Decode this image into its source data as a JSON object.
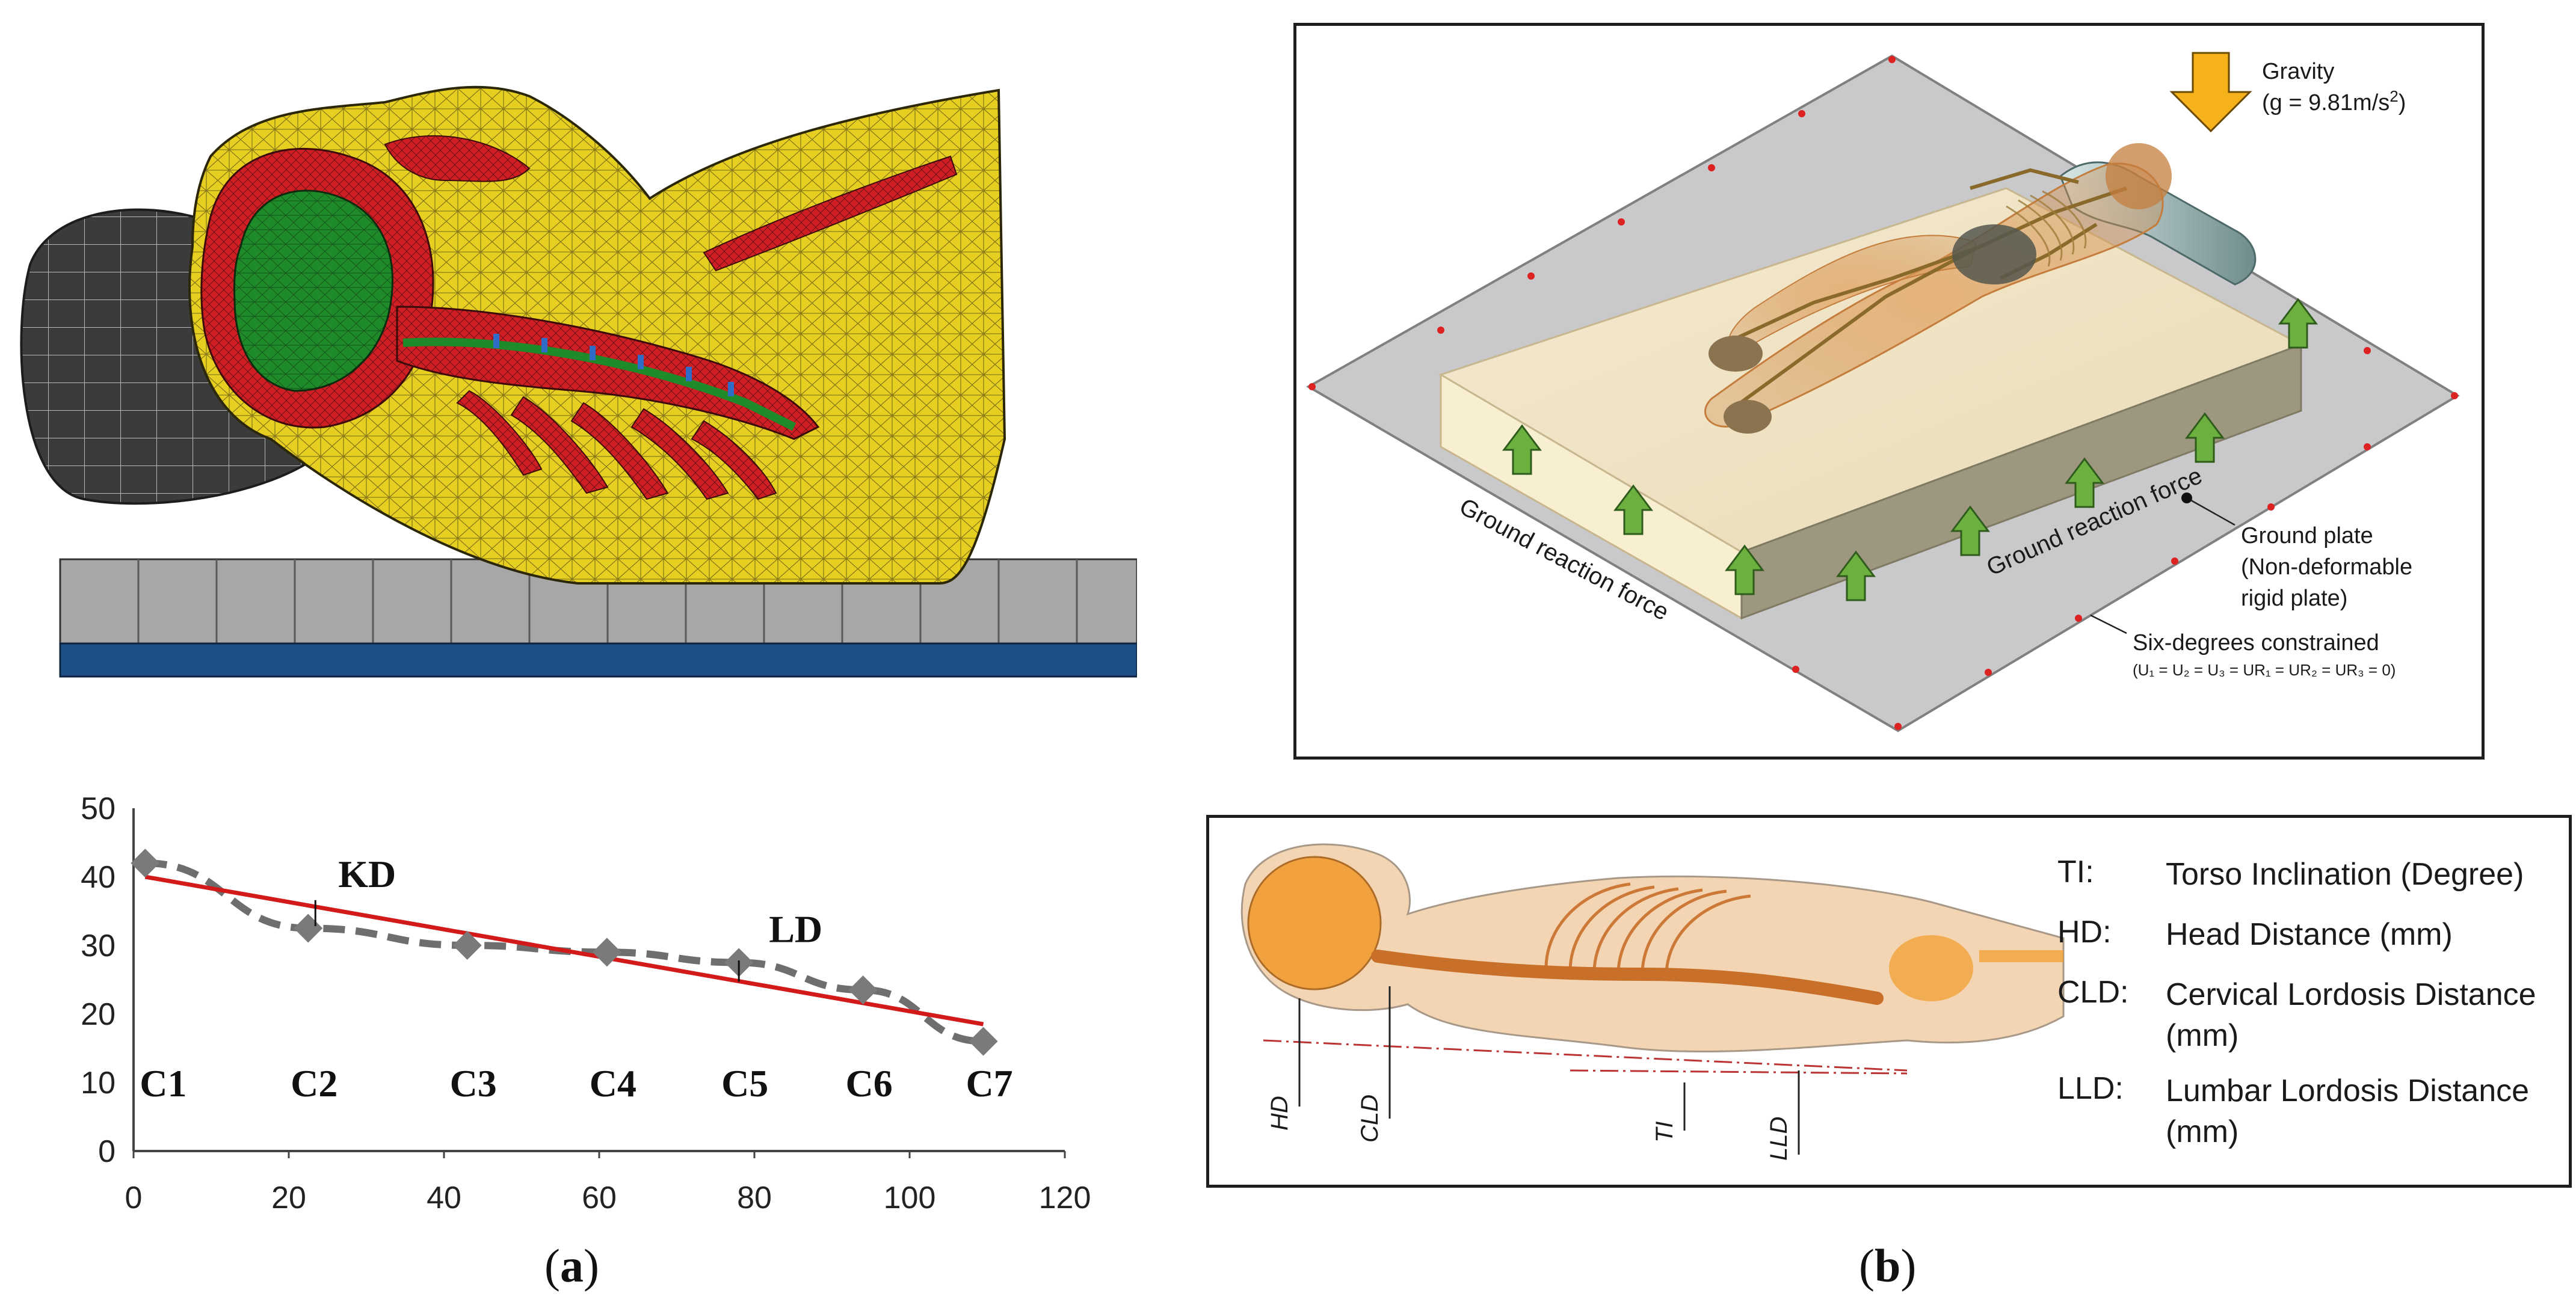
{
  "panel_a": {
    "caption": {
      "open": "(",
      "letter": "a",
      "close": ")"
    },
    "fe_model_name": "fe-neck-head-mesh-model"
  },
  "panel_b": {
    "caption": {
      "open": "(",
      "letter": "b",
      "close": ")"
    },
    "scene": {
      "gravity_title": "Gravity",
      "gravity_value": "(g = 9.81m/s",
      "gravity_exp": "2",
      "gravity_close": ")",
      "ground_reaction_left": "Ground reaction force",
      "ground_reaction_right": "Ground reaction force",
      "ground_plate_lines": [
        "Ground plate",
        "(Non-deformable",
        "rigid plate)"
      ],
      "six_dof_title": "Six-degrees constrained",
      "six_dof_eq": "(U₁ = U₂ = U₃ = UR₁ = UR₂ = UR₃ = 0)"
    },
    "measure": {
      "labels": [
        "HD",
        "CLD",
        "TI",
        "LLD"
      ],
      "legend": [
        {
          "abbr": "TI:",
          "desc": "Torso Inclination (Degree)"
        },
        {
          "abbr": "HD:",
          "desc": "Head Distance (mm)"
        },
        {
          "abbr": "CLD:",
          "desc": "Cervical Lordosis Distance (mm)"
        },
        {
          "abbr": "LLD:",
          "desc": "Lumbar Lordosis Distance (mm)"
        }
      ]
    }
  },
  "chart_data": {
    "type": "line",
    "x": [
      1.5,
      22.5,
      43,
      61,
      78,
      94,
      109.5
    ],
    "series": [
      {
        "style": "dashed-gray-diamond",
        "values": [
          42,
          32.5,
          30,
          29,
          27.5,
          23.5,
          16
        ]
      },
      {
        "style": "solid-red-trend",
        "line": [
          [
            1.5,
            40
          ],
          [
            109.5,
            18.5
          ]
        ]
      }
    ],
    "point_labels": [
      "C1",
      "C2",
      "C3",
      "C4",
      "C5",
      "C6",
      "C7"
    ],
    "annotations": [
      "KD",
      "LD"
    ],
    "xlim": [
      0,
      120
    ],
    "ylim": [
      0,
      50
    ],
    "xticks": [
      "0",
      "20",
      "40",
      "60",
      "80",
      "100",
      "120"
    ],
    "yticks": [
      "0",
      "10",
      "20",
      "30",
      "40",
      "50"
    ],
    "colors": {
      "trend": "#d21a1a",
      "data": "#6e6e6e"
    }
  }
}
